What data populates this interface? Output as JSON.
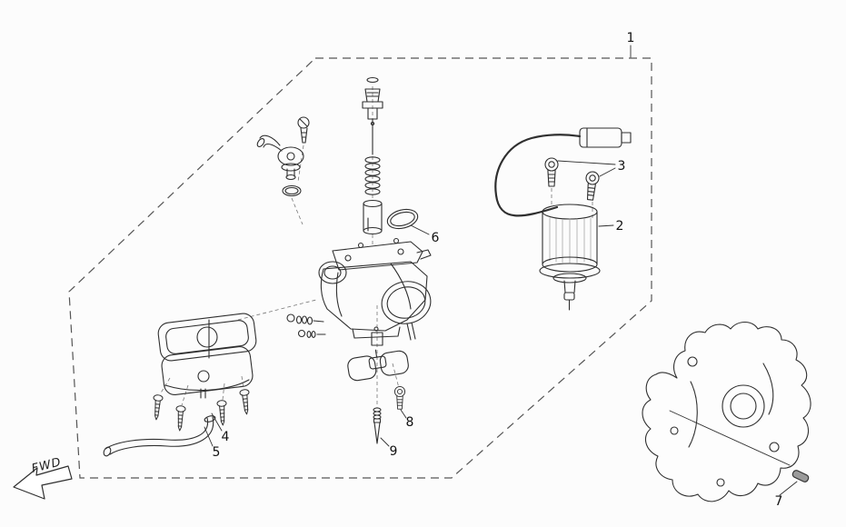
{
  "figure": {
    "fwd_label": "FWD",
    "callouts": [
      "1",
      "2",
      "3",
      "4",
      "5",
      "6",
      "7",
      "8",
      "9"
    ]
  }
}
